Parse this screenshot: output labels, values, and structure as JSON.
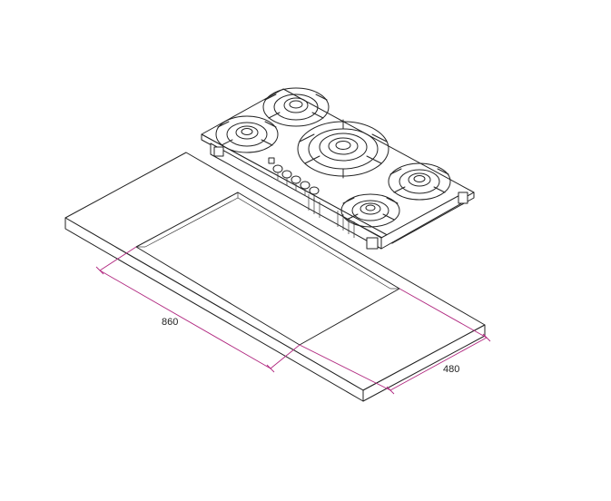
{
  "dimensions": {
    "width_label": "860",
    "depth_label": "480"
  },
  "colors": {
    "outline": "#222222",
    "dimension_line": "#b0277f",
    "background": "#ffffff"
  },
  "diagram": {
    "burners": 5,
    "control_knobs": 5
  }
}
